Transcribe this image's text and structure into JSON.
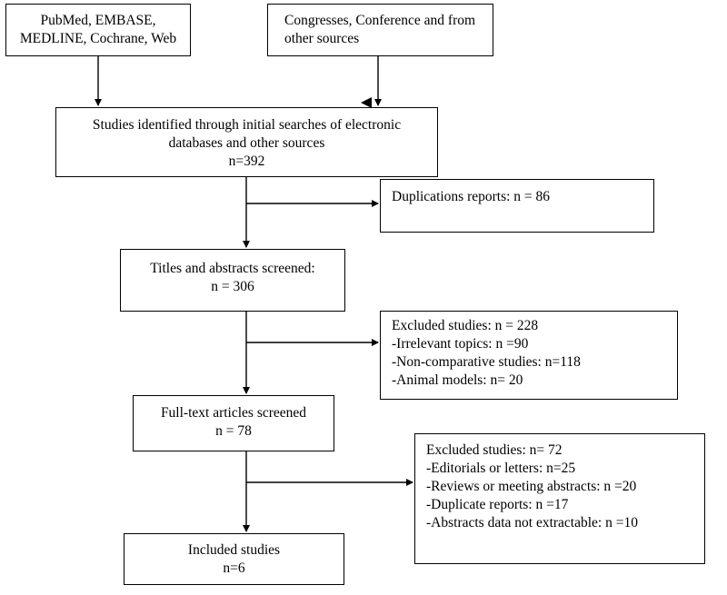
{
  "boxes": {
    "sources_databases": {
      "lines": [
        "PubMed, EMBASE,",
        "MEDLINE, Cochrane, Web"
      ]
    },
    "sources_other": {
      "lines": [
        "Congresses, Conference and from",
        "other sources"
      ]
    },
    "identified": {
      "lines": [
        "Studies identified through initial searches of electronic",
        "databases and other sources",
        "n=392"
      ]
    },
    "duplications": {
      "lines": [
        "Duplications reports: n = 86"
      ]
    },
    "screened": {
      "lines": [
        "Titles and abstracts screened:",
        "n = 306"
      ]
    },
    "excluded_first": {
      "lines": [
        "Excluded studies: n = 228",
        "-Irrelevant topics: n =90",
        "-Non-comparative studies: n=118",
        "-Animal models: n= 20"
      ]
    },
    "fulltext": {
      "lines": [
        "Full-text articles screened",
        "n = 78"
      ]
    },
    "excluded_second": {
      "lines": [
        "Excluded studies: n= 72",
        "-Editorials or letters: n=25",
        "-Reviews or meeting abstracts: n =20",
        "-Duplicate reports: n =17",
        "-Abstracts data not extractable: n =10"
      ]
    },
    "included": {
      "lines": [
        "Included studies",
        "n=6"
      ]
    }
  }
}
